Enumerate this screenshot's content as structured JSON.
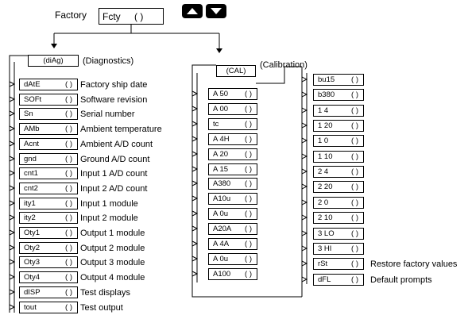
{
  "header": {
    "label": "Factory",
    "code": "Fcty",
    "paren": "(   )",
    "up_icon": "up-arrow-icon",
    "down_icon": "down-arrow-icon"
  },
  "diagnostics": {
    "code": "(diAg)",
    "title": "(Diagnostics)",
    "items": [
      {
        "code": "dAtE",
        "desc": "Factory ship date"
      },
      {
        "code": "SOFt",
        "desc": "Software revision"
      },
      {
        "code": "Sn",
        "desc": "Serial number"
      },
      {
        "code": "AMb",
        "desc": "Ambient temperature"
      },
      {
        "code": "Acnt",
        "desc": "Ambient A/D count"
      },
      {
        "code": "gnd",
        "desc": "Ground A/D count"
      },
      {
        "code": "cnt1",
        "desc": "Input 1 A/D count"
      },
      {
        "code": "cnt2",
        "desc": "Input 2 A/D count"
      },
      {
        "code": "ity1",
        "desc": "Input 1 module"
      },
      {
        "code": "ity2",
        "desc": "Input 2 module"
      },
      {
        "code": "Oty1",
        "desc": "Output 1 module"
      },
      {
        "code": "Oty2",
        "desc": "Output 2 module"
      },
      {
        "code": "Oty3",
        "desc": "Output 3 module"
      },
      {
        "code": "Oty4",
        "desc": "Output 4 module"
      },
      {
        "code": "dISP",
        "desc": "Test displays"
      },
      {
        "code": "tout",
        "desc": "Test output"
      }
    ]
  },
  "calibration": {
    "code": "(CAL)",
    "title": "(Calibration)",
    "left_items": [
      "A 50",
      "A 00",
      "tc",
      "A 4H",
      "A 20",
      "A 15",
      "A380",
      "A10u",
      "A 0u",
      "A20A",
      "A 4A",
      "A 0u",
      "A100"
    ],
    "right_items": [
      {
        "code": "bu15",
        "desc": ""
      },
      {
        "code": "b380",
        "desc": ""
      },
      {
        "code": "1 4",
        "desc": ""
      },
      {
        "code": "1 20",
        "desc": ""
      },
      {
        "code": "1 0",
        "desc": ""
      },
      {
        "code": "1 10",
        "desc": ""
      },
      {
        "code": "2 4",
        "desc": ""
      },
      {
        "code": "2 20",
        "desc": ""
      },
      {
        "code": "2 0",
        "desc": ""
      },
      {
        "code": "2 10",
        "desc": ""
      },
      {
        "code": "3 LO",
        "desc": ""
      },
      {
        "code": "3 HI",
        "desc": ""
      },
      {
        "code": "rSt",
        "desc": "Restore factory values"
      },
      {
        "code": "dFL",
        "desc": "Default prompts"
      }
    ]
  },
  "paren": "(   )"
}
